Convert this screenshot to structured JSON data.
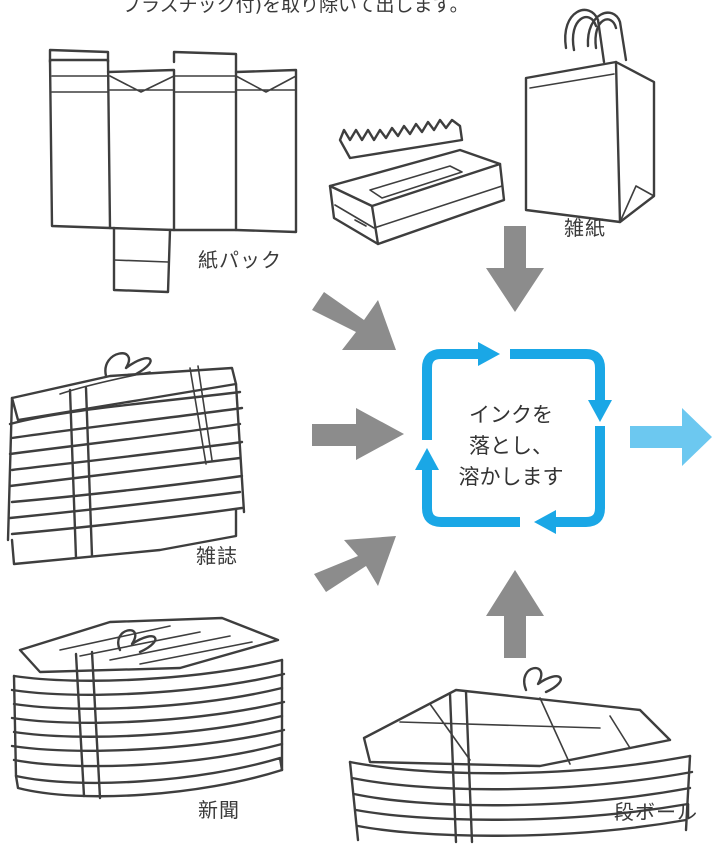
{
  "caption": "プラスチック付)を取り除いて出します。",
  "center_text": [
    "インクを",
    "落とし、",
    "溶かします"
  ],
  "labels": {
    "carton": "紙パック",
    "mixed_paper": "雑紙",
    "magazines": "雑誌",
    "newspaper": "新聞",
    "cardboard": "段ボール"
  },
  "colors": {
    "cycle_blue": "#1aa7e6",
    "output_arrow": "#6cc8f0",
    "gray_arrow": "#8c8c8c",
    "sketch": "#3e3e3e"
  }
}
